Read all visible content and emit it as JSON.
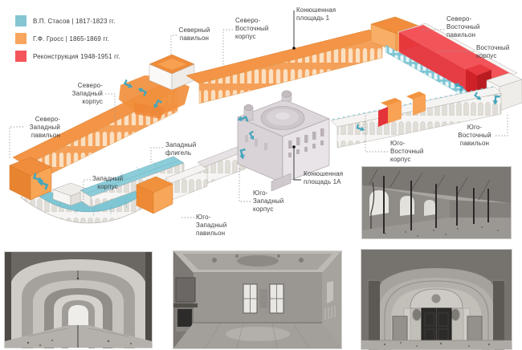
{
  "legend": {
    "items": [
      {
        "label": "В.П. Стасов | 1817-1823 гг.",
        "color": "#85c6d2"
      },
      {
        "label": "Г.Ф. Гросс | 1865-1869 гг.",
        "color": "#f8a55e"
      },
      {
        "label": "Реконструкция 1948-1951 гг.",
        "color": "#f4565c"
      }
    ]
  },
  "diagram": {
    "labels": {
      "north_pavilion": "Северный\nпавильон",
      "northeast_corpus": "Северо-\nВосточный\nкорпус",
      "konyushennaya_square_1": "Конюшенная\nплощадь 1",
      "northeast_pavilion": "Северо-\nВосточный\nпавильон",
      "east_corpus": "Восточный\nкорпус",
      "southeast_pavilion": "Юго-\nВосточный\nпавильон",
      "southeast_corpus": "Юго-\nВосточный\nкорпус",
      "konyushennaya_square_1a": "Конюшенная\nплощадь 1А",
      "southwest_corpus": "Юго-\nЗападный\nкорпус",
      "southwest_pavilion": "Юго-\nЗападный\nпавильон",
      "west_wing": "Западный\nфлигель",
      "west_corpus": "Западный\nкорпус",
      "northwest_corpus": "Северо-\nЗападный\nкорпус",
      "northwest_pavilion": "Северо-\nЗападный\nпавильон"
    },
    "colors": {
      "stasov_teal": "#85c6d2",
      "gross_orange": "#f8a55e",
      "reconstruction_red": "#f4565c",
      "arrow_teal": "#45a5bb"
    }
  },
  "photos": {
    "east_interior": "stable-hall-with-cast-iron-columns",
    "bottom_left": "vaulted-corridor-interior",
    "bottom_middle": "ornate-room-with-fireplace",
    "bottom_right": "hall-with-dark-portal"
  }
}
